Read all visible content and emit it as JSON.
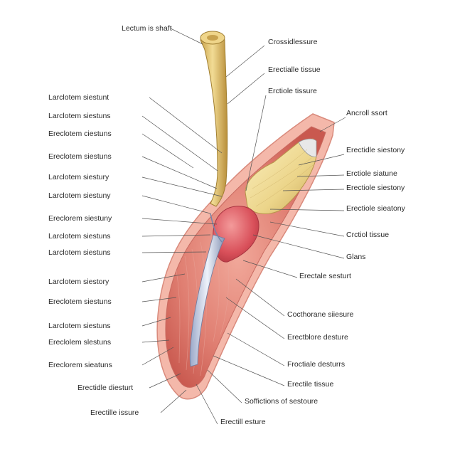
{
  "labels_left": [
    "Lectum is shaft",
    "Larclotem siestunt",
    "Larclotem siestuns",
    "Ereclotem ciestuns",
    "Ereclotem siestuns",
    "Larclotem siestury",
    "Larclotem siestuny",
    "Ereclorem siestuny",
    "Larclotem siestuns",
    "Larclotem siestuns",
    "Larclotem siestory",
    "Ereclotem siestuns",
    "Larclotem siestuns",
    "Ereclolem slestuns",
    "Ereclorem sieatuns",
    "Erectidle diesturt",
    "Erectille issure"
  ],
  "labels_right": [
    "Crossidlessure",
    "Erectialle tissue",
    "Erctiole tissure",
    "Ancroll ssort",
    "Erectidle siestony",
    "Erctiole siatune",
    "Erectiole siestony",
    "Erectiole sieatony",
    "Crctiol tissue",
    "Glans",
    "Erectale sesturt",
    "Cocthorane siiesure",
    "Erectblore desture",
    "Froctiale desturrs",
    "Erectile tissue",
    "Soffictions of sestoure",
    "Erectill esture"
  ]
}
